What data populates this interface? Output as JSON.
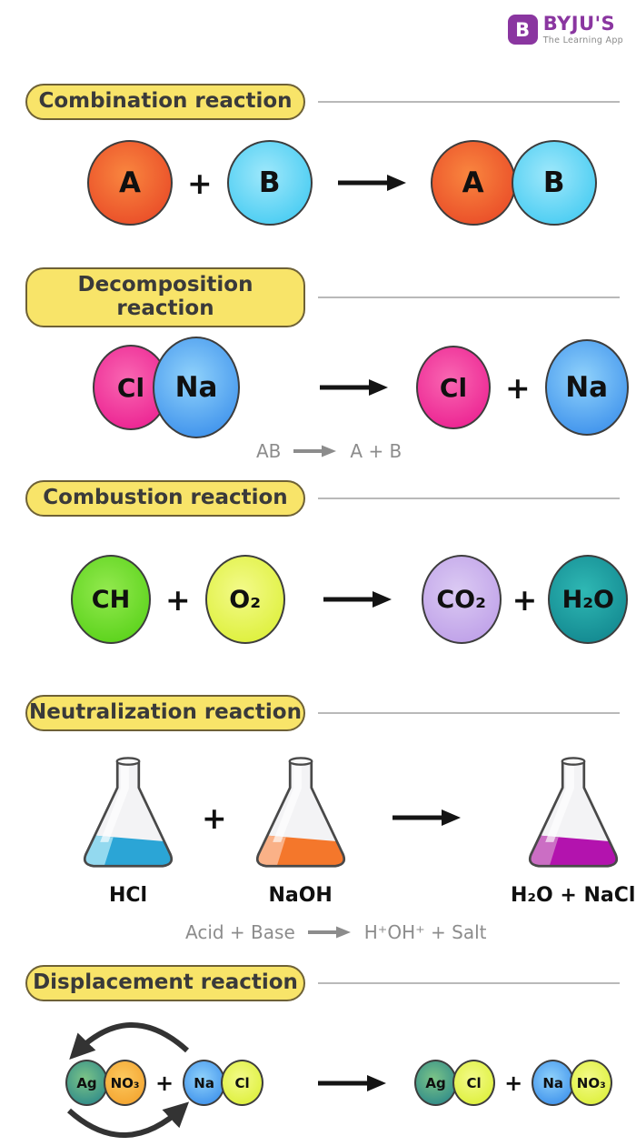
{
  "brand": {
    "name": "BYJU'S",
    "tagline": "The Learning App",
    "mark_letter": "B"
  },
  "symbols": {
    "plus": "+"
  },
  "sections": {
    "combination": {
      "title": "Combination reaction",
      "reactant1": "A",
      "reactant2": "B",
      "product1": "A",
      "product2": "B"
    },
    "decomposition": {
      "title": "Decomposition reaction",
      "reactant1": "Cl",
      "reactant2": "Na",
      "product1": "Cl",
      "product2": "Na",
      "formula_left": "AB",
      "formula_right": "A + B"
    },
    "combustion": {
      "title": "Combustion reaction",
      "reactant1": "CH",
      "reactant2": "O₂",
      "product1": "CO₂",
      "product2": "H₂O"
    },
    "neutralization": {
      "title": "Neutralization reaction",
      "flask1": "HCl",
      "flask2": "NaOH",
      "flask3": "H₂O + NaCl",
      "formula_left": "Acid + Base",
      "formula_right": "H⁺OH⁺ + Salt"
    },
    "displacement": {
      "title": "Displacement reaction",
      "reactant1a": "Ag",
      "reactant1b": "NO₃",
      "reactant2a": "Na",
      "reactant2b": "Cl",
      "product1a": "Ag",
      "product1b": "Cl",
      "product2a": "Na",
      "product2b": "NO₃"
    }
  },
  "colors": {
    "purple": "#8a36a0",
    "tagline": "#8a8a8a",
    "pill": "#f8e469",
    "pill_border": "#6e6136",
    "ink": "#3a3a3a",
    "line": "#b9b9b9",
    "gray": "#8c8c8c",
    "red1": "#f9863f",
    "red2": "#e64023",
    "cyan1": "#9fe8fb",
    "cyan2": "#35c6f0",
    "pink1": "#f967b2",
    "pink2": "#e9158b",
    "blue1": "#90d2fb",
    "blue2": "#2f86e9",
    "green1": "#93e94f",
    "green2": "#4fce10",
    "lime1": "#f3fa8a",
    "lime2": "#d9ee2b",
    "lav1": "#dbcaf3",
    "lav2": "#b998e6",
    "teal1": "#2fb8b4",
    "teal2": "#0d7f89",
    "agteal1": "#7cc487",
    "agteal2": "#20808a",
    "orange1": "#fcc95f",
    "orange2": "#f29d26",
    "hcl": "#2ba5d6",
    "hcl_hi": "#93d9ef",
    "naoh": "#f4772b",
    "naoh_hi": "#fab187",
    "salt": "#b313ae",
    "salt_hi": "#cb6ec4",
    "flask_outline": "#494949",
    "arrow_black": "#141414"
  }
}
